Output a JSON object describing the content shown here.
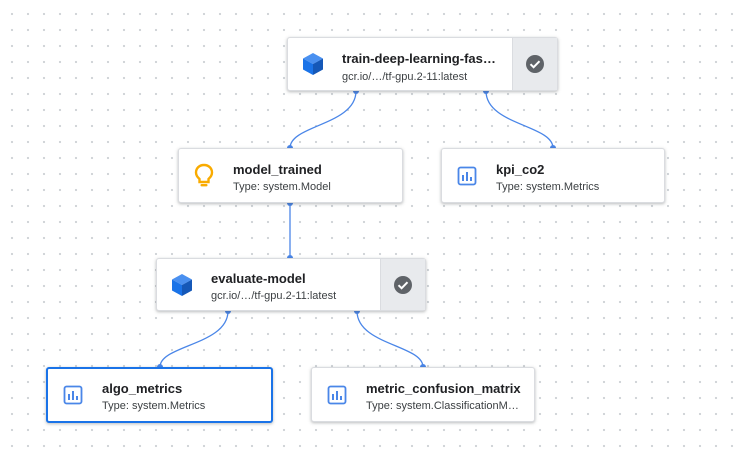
{
  "graph": {
    "nodes": [
      {
        "id": "train",
        "title": "train-deep-learning-fashi…",
        "subtitle": "gcr.io/…/tf-gpu.2-11:latest",
        "kind": "execution",
        "icon": "cube-icon",
        "status": "succeeded",
        "status_icon": "check-circle-icon"
      },
      {
        "id": "model_trained",
        "title": "model_trained",
        "subtitle": "Type: system.Model",
        "kind": "artifact",
        "icon": "lightbulb-icon"
      },
      {
        "id": "kpi_co2",
        "title": "kpi_co2",
        "subtitle": "Type: system.Metrics",
        "kind": "artifact",
        "icon": "bar-chart-icon"
      },
      {
        "id": "evaluate",
        "title": "evaluate-model",
        "subtitle": "gcr.io/…/tf-gpu.2-11:latest",
        "kind": "execution",
        "icon": "cube-icon",
        "status": "succeeded",
        "status_icon": "check-circle-icon"
      },
      {
        "id": "algo_metrics",
        "title": "algo_metrics",
        "subtitle": "Type: system.Metrics",
        "kind": "artifact",
        "icon": "bar-chart-icon",
        "selected": true
      },
      {
        "id": "confusion",
        "title": "metric_confusion_matrix",
        "subtitle": "Type: system.ClassificationM…",
        "kind": "artifact",
        "icon": "bar-chart-icon"
      }
    ],
    "edges": [
      {
        "from": "train",
        "to": "model_trained"
      },
      {
        "from": "train",
        "to": "kpi_co2"
      },
      {
        "from": "model_trained",
        "to": "evaluate"
      },
      {
        "from": "evaluate",
        "to": "algo_metrics"
      },
      {
        "from": "evaluate",
        "to": "confusion"
      }
    ]
  },
  "colors": {
    "edge": "#4a86e8",
    "cube": "#1a73e8",
    "lightbulb": "#f9ab00",
    "metrics": "#4a86e8",
    "selected_border": "#1a73e8",
    "status_check": "#5f6368"
  }
}
